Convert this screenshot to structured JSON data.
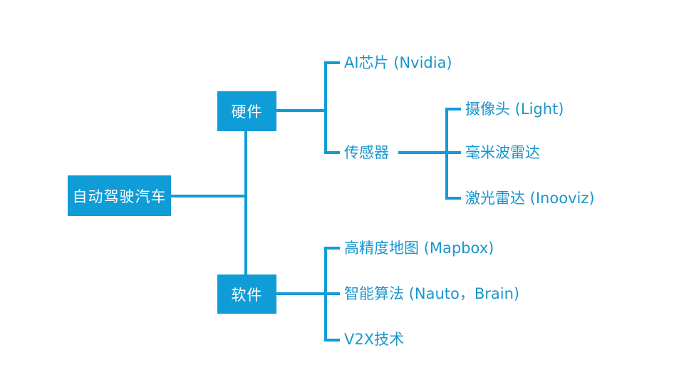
{
  "diagram": {
    "type": "mind-map",
    "accent_color": "#109cd6",
    "root": {
      "label": "自动驾驶汽车"
    },
    "hardware": {
      "label": "硬件",
      "children": [
        {
          "label": "AI芯片 (Nvidia)"
        },
        {
          "label": "传感器",
          "children": [
            {
              "label": "摄像头 (Light)"
            },
            {
              "label": "毫米波雷达"
            },
            {
              "label": "激光雷达 (Inooviz)"
            }
          ]
        }
      ]
    },
    "software": {
      "label": "软件",
      "children": [
        {
          "label": "高精度地图 (Mapbox)"
        },
        {
          "label": "智能算法 (Nauto，Brain)"
        },
        {
          "label": "V2X技术"
        }
      ]
    }
  }
}
